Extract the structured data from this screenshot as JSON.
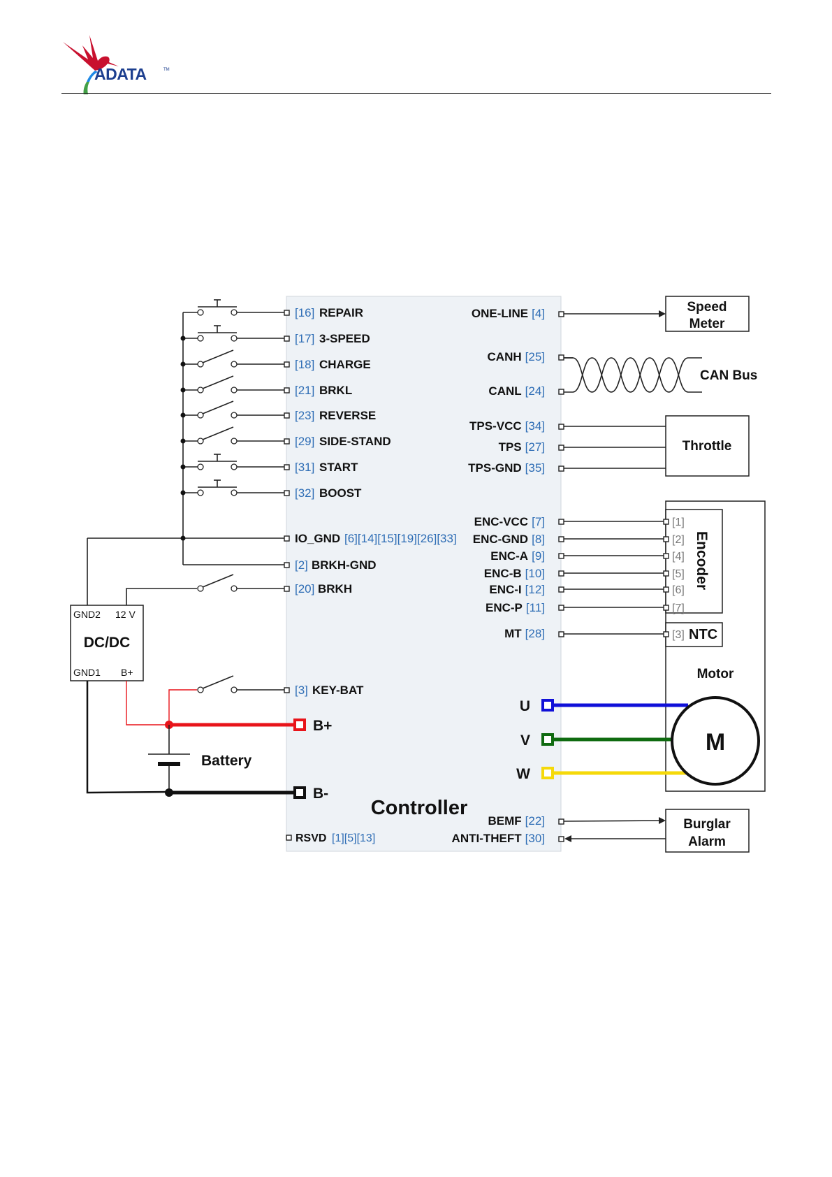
{
  "header": {
    "brand": "ADATA",
    "trademark": "TM"
  },
  "controller": {
    "title": "Controller",
    "left_pins": [
      {
        "num": "[16]",
        "name": "REPAIR",
        "switch": "push"
      },
      {
        "num": "[17]",
        "name": "3-SPEED",
        "switch": "push"
      },
      {
        "num": "[18]",
        "name": "CHARGE",
        "switch": "toggle"
      },
      {
        "num": "[21]",
        "name": "BRKL",
        "switch": "toggle"
      },
      {
        "num": "[23]",
        "name": "REVERSE",
        "switch": "toggle"
      },
      {
        "num": "[29]",
        "name": "SIDE-STAND",
        "switch": "toggle"
      },
      {
        "num": "[31]",
        "name": "START",
        "switch": "push"
      },
      {
        "num": "[32]",
        "name": "BOOST",
        "switch": "push"
      }
    ],
    "io_gnd": {
      "name": "IO_GND",
      "nums": "[6][14][15][19][26][33]"
    },
    "brkh_gnd": {
      "num": "[2]",
      "name": "BRKH-GND"
    },
    "brkh": {
      "num": "[20]",
      "name": "BRKH"
    },
    "key_bat": {
      "num": "[3]",
      "name": "KEY-BAT"
    },
    "b_plus": "B+",
    "b_minus": "B-",
    "rsvd": {
      "name": "RSVD",
      "nums": "[1][5][13]"
    },
    "right_pins": {
      "one_line": {
        "name": "ONE-LINE",
        "num": "[4]"
      },
      "canh": {
        "name": "CANH",
        "num": "[25]"
      },
      "canl": {
        "name": "CANL",
        "num": "[24]"
      },
      "tps_vcc": {
        "name": "TPS-VCC",
        "num": "[34]"
      },
      "tps": {
        "name": "TPS",
        "num": "[27]"
      },
      "tps_gnd": {
        "name": "TPS-GND",
        "num": "[35]"
      },
      "enc": [
        {
          "name": "ENC-VCC",
          "num": "[7]",
          "enc_pin": "[1]"
        },
        {
          "name": "ENC-GND",
          "num": "[8]",
          "enc_pin": "[2]"
        },
        {
          "name": "ENC-A",
          "num": "[9]",
          "enc_pin": "[4]"
        },
        {
          "name": "ENC-B",
          "num": "[10]",
          "enc_pin": "[5]"
        },
        {
          "name": "ENC-I",
          "num": "[12]",
          "enc_pin": "[6]"
        },
        {
          "name": "ENC-P",
          "num": "[11]",
          "enc_pin": "[7]"
        }
      ],
      "mt": {
        "name": "MT",
        "num": "[28]",
        "ntc_pin": "[3]"
      },
      "phases": [
        {
          "name": "U",
          "color": "#1010d8"
        },
        {
          "name": "V",
          "color": "#0f6b10"
        },
        {
          "name": "W",
          "color": "#f5d90a"
        }
      ],
      "bemf": {
        "name": "BEMF",
        "num": "[22]"
      },
      "anti_theft": {
        "name": "ANTI-THEFT",
        "num": "[30]"
      }
    }
  },
  "external": {
    "speed_meter": [
      "Speed",
      "Meter"
    ],
    "can_bus": "CAN Bus",
    "throttle": "Throttle",
    "encoder": "Encoder",
    "ntc": "NTC",
    "motor": "Motor",
    "motor_symbol": "M",
    "burglar_alarm": [
      "Burglar",
      "Alarm"
    ],
    "battery": "Battery",
    "dcdc": {
      "title": "DC/DC",
      "gnd2": "GND2",
      "v12": "12 V",
      "gnd1": "GND1",
      "bplus": "B+"
    }
  },
  "colors": {
    "b_plus": "#e8141a",
    "b_minus": "#111111",
    "controller_fill": "#eef2f6",
    "pin_number": "#2e6db5"
  }
}
